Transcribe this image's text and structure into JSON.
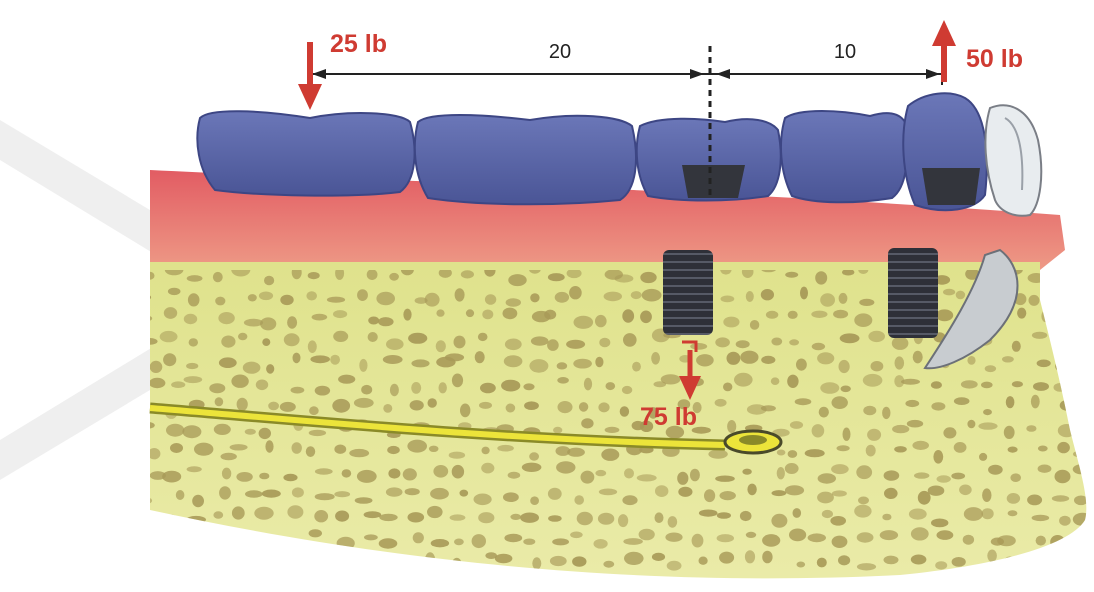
{
  "diagram": {
    "forces": {
      "left": "25 lb",
      "right": "50 lb",
      "bottom": "75 lb"
    },
    "distances": {
      "left_span": "20",
      "right_span": "10"
    }
  },
  "colors": {
    "tooth": "#5a66a8",
    "tooth_dark": "#3d4684",
    "gum": "#e0676a",
    "bone": "#e4e69a",
    "pore": "#a89a58",
    "nerve": "#e8e030",
    "implant": "#2e3038",
    "force_arrow": "#cf3b32",
    "watermark": "#efefef"
  },
  "icons": {
    "arrow_down": "arrow-down-icon",
    "arrow_up": "arrow-up-icon"
  }
}
